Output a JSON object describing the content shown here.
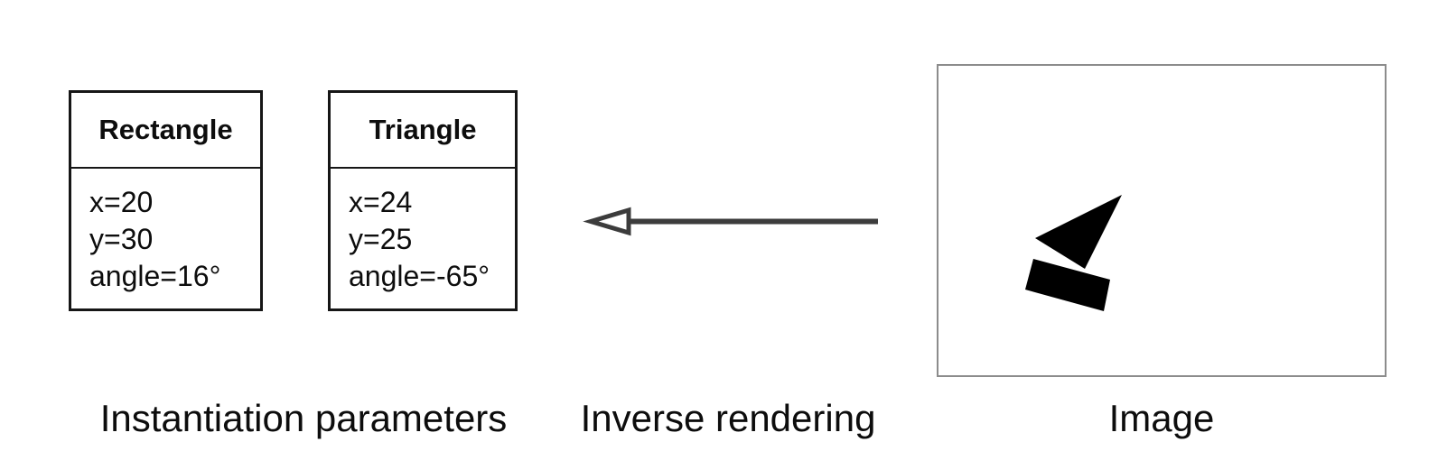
{
  "param_boxes": [
    {
      "title": "Rectangle",
      "params": [
        "x=20",
        "y=30",
        "angle=16°"
      ]
    },
    {
      "title": "Triangle",
      "params": [
        "x=24",
        "y=25",
        "angle=-65°"
      ]
    }
  ],
  "captions": {
    "parameters": "Instantiation parameters",
    "process": "Inverse rendering",
    "image": "Image"
  },
  "arrow": {
    "direction": "right-to-left",
    "head_style": "hollow-triangle",
    "color": "#3c3c3c"
  },
  "image_panel": {
    "triangle_points": "203,143 107,191 162,225",
    "rectangle_points": "105,214 190,237 183,272 96,248",
    "shape_color": "#000000",
    "border_color": "#8c8c8c"
  },
  "colors": {
    "background": "#ffffff",
    "box_border": "#161616",
    "text": "#0d0d0d"
  }
}
